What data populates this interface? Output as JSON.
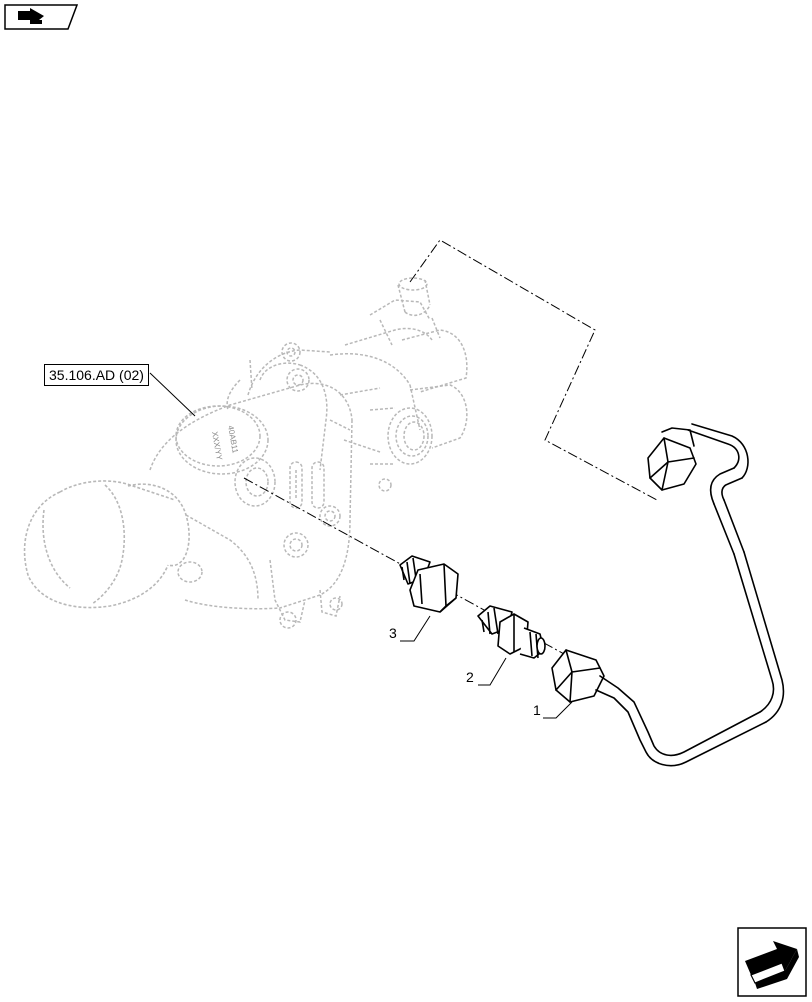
{
  "reference_label": "35.106.AD (02)",
  "callouts": [
    {
      "id": "1",
      "text": "1"
    },
    {
      "id": "2",
      "text": "2"
    },
    {
      "id": "3",
      "text": "3"
    }
  ],
  "icons": {
    "top_left": "return-to-section-icon",
    "bottom_right": "next-page-arrow-icon"
  },
  "valve_markings": {
    "line1": "XXX/YY",
    "line2": "40AB11"
  },
  "colors": {
    "line": "#000000",
    "ghost": "#b8b8b8",
    "background": "#ffffff"
  }
}
